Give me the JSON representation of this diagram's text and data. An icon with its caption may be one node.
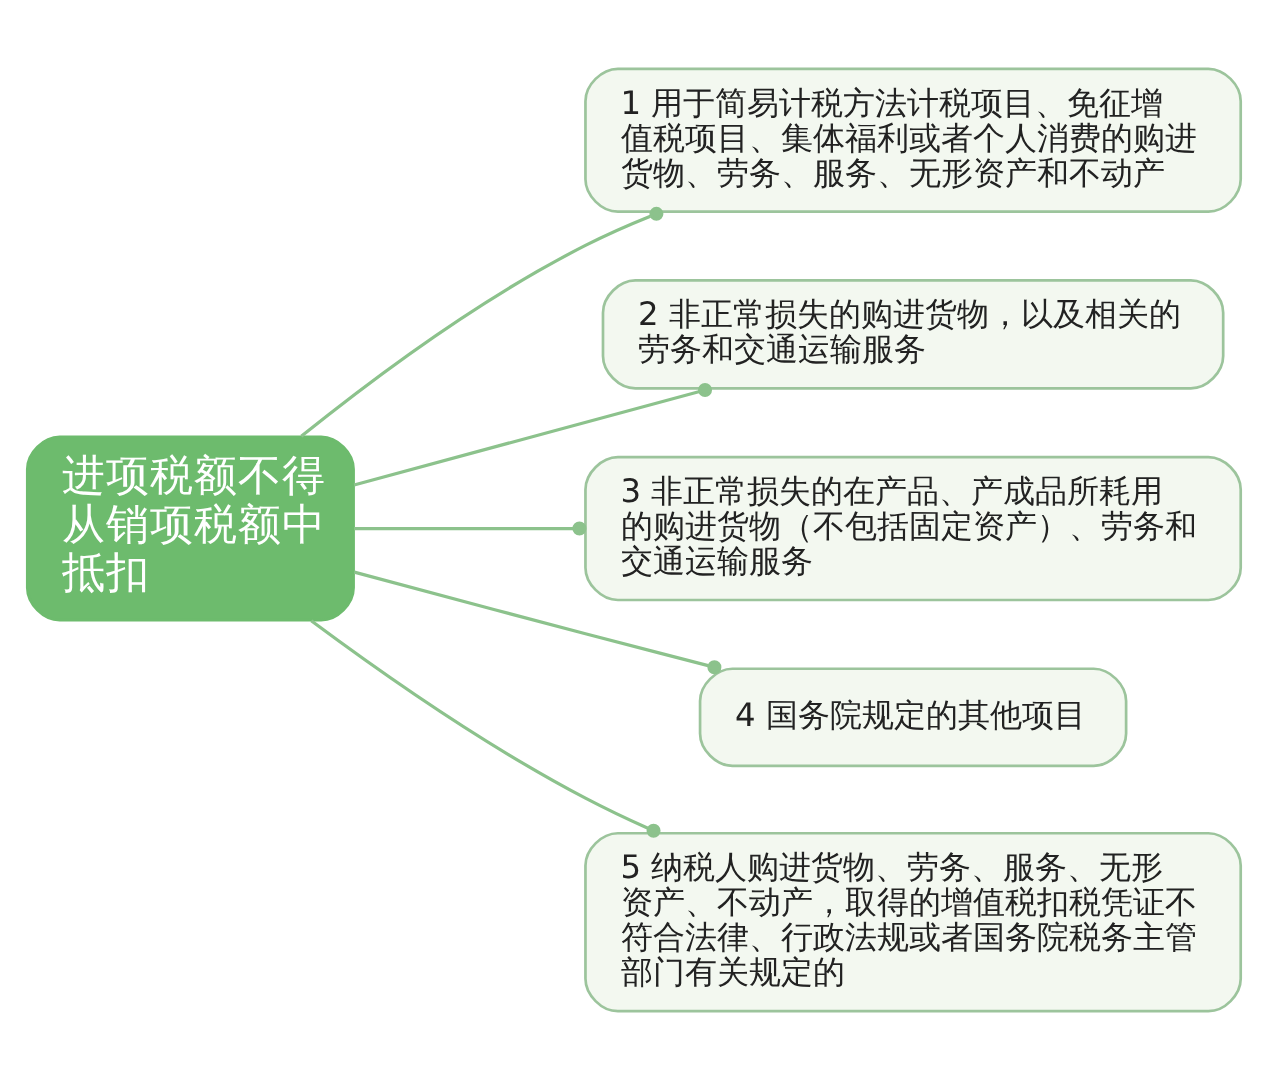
{
  "diagram": {
    "nodes": [
      {
        "text": [
          "进项税额不得从销项税额中抵扣"
        ]
      },
      {
        "text": [
          "1 用于简易计税方法计税项目、免征增值税项目、集体福利或者个人消费的购进货物、劳务、服务、无形资产和不动产"
        ]
      },
      {
        "text": [
          "2 非正常损失的购进货物，以及相关的劳务和交通运输服务"
        ]
      },
      {
        "text": [
          "3 非正常损失的在产品、产成品所耗用的购进货物（不包括固定资产）、劳务和交通运输服务"
        ]
      },
      {
        "text": [
          "4 国务院规定的其他项目"
        ]
      },
      {
        "text": [
          "5 纳税人购进货物、劳务、服务、无形资产、不动产，取得的增值税扣税凭证不符合法律、行政法规或者国务院税务主管部门有关规定的"
        ]
      }
    ],
    "edges": [
      {
        "from": 0,
        "to": 1,
        "arrow": "other"
      },
      {
        "from": 0,
        "to": 2,
        "arrow": "other"
      },
      {
        "from": 0,
        "to": 3,
        "arrow": "other"
      },
      {
        "from": 0,
        "to": 4,
        "arrow": "other"
      },
      {
        "from": 0,
        "to": 5,
        "arrow": "other"
      }
    ]
  }
}
